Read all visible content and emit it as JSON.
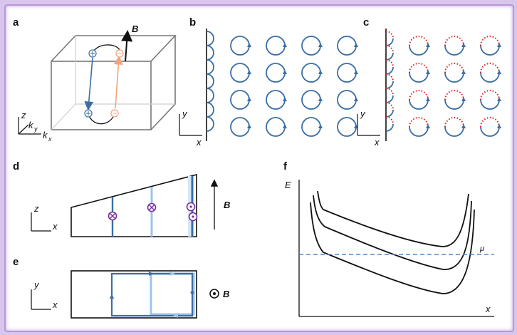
{
  "panels": {
    "a": {
      "label": "a",
      "field": "B",
      "axes": [
        "z",
        "k",
        "y",
        "k",
        "x"
      ]
    },
    "b": {
      "label": "b",
      "axis_y": "y",
      "axis_x": "x"
    },
    "c": {
      "label": "c",
      "axis_y": "y",
      "axis_x": "x"
    },
    "d": {
      "label": "d",
      "axis_z": "z",
      "axis_x": "x",
      "field": "B"
    },
    "e": {
      "label": "e",
      "axis_y": "y",
      "axis_x": "x",
      "field": "B"
    },
    "f": {
      "label": "f",
      "ylabel": "E",
      "xlabel": "x",
      "mu": "μ"
    }
  },
  "colors": {
    "blue": "#3a6ea5",
    "light_blue": "#9fc3e6",
    "orange": "#f2a37a",
    "red": "#e0201c",
    "purple": "#7a2ea0",
    "dash_blue": "#4a88c9"
  },
  "icons": [
    "plus-circle-icon",
    "minus-circle-icon",
    "otimes-icon",
    "odot-icon"
  ]
}
